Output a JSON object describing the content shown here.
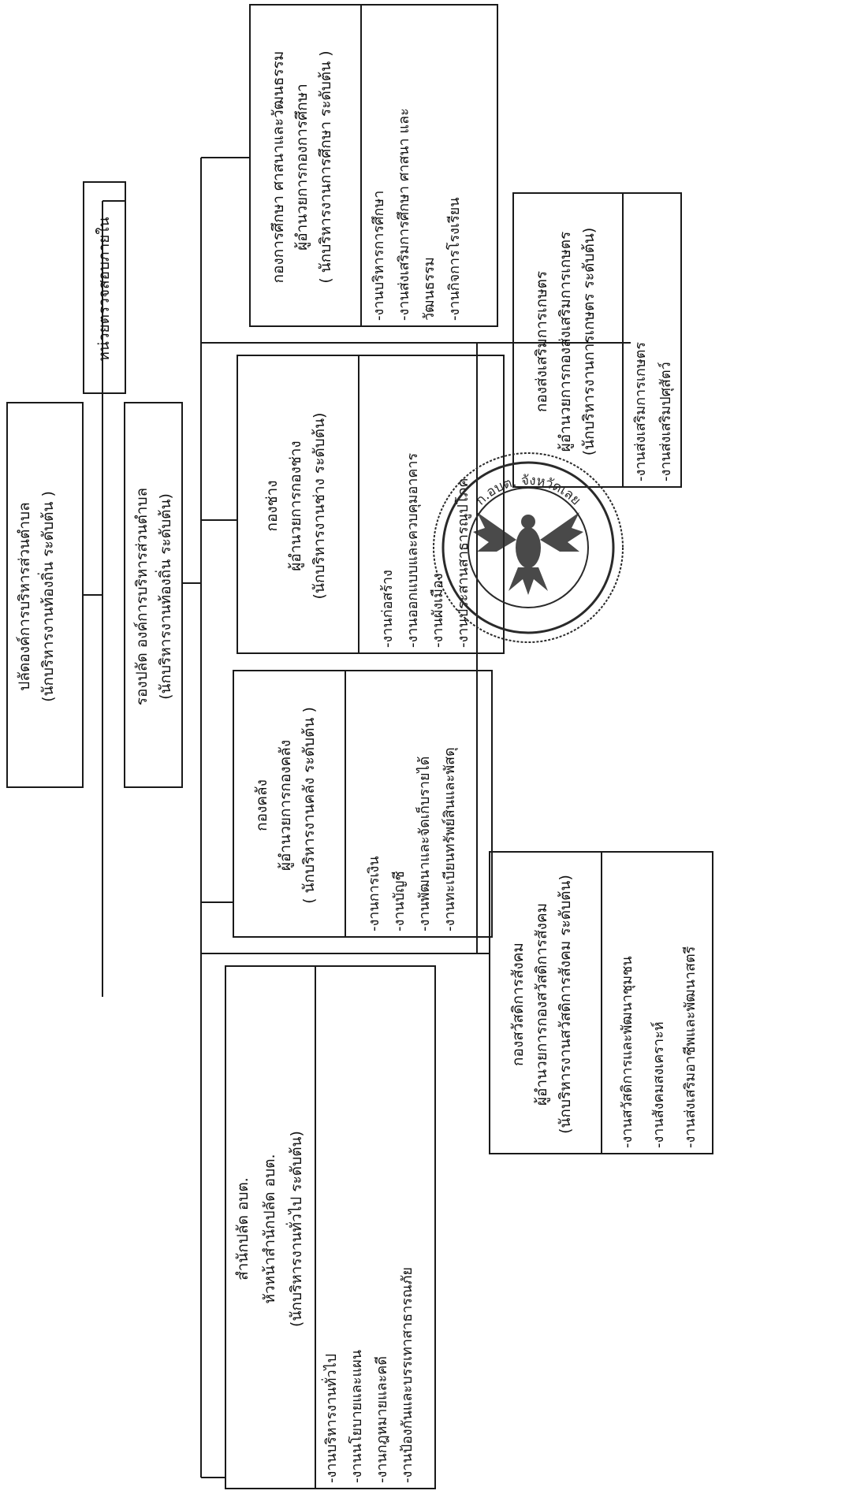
{
  "colors": {
    "line": "#1a1a1a",
    "seal": "#2a2a2a"
  },
  "palad": {
    "title": "ปลัดองค์การบริหารส่วนตำบล",
    "position": "(นักบริหารงานท้องถิ่น ระดับต้น )"
  },
  "rongpalad": {
    "title": "รองปลัด องค์การบริหารส่วนตำบล",
    "position": "(นักบริหารงานท้องถิ่น ระดับต้น)"
  },
  "internal_audit": {
    "title": "หน่วยตรวจสอบภายใน"
  },
  "education": {
    "title": "กองการศึกษา ศาสนาและวัฒนธรรม",
    "head": "ผู้อำนวยการกองการศึกษา",
    "position": "( นักบริหารงานการศึกษา ระดับต้น )",
    "tasks": [
      "-งานบริหารการศึกษา",
      "-งานส่งเสริมการศึกษา ศาสนา และ",
      "วัฒนธรรม",
      "-งานกิจการโรงเรียน"
    ]
  },
  "agriculture": {
    "title": "กองส่งเสริมการเกษตร",
    "head": "ผู้อำนวยการกองส่งเสริมการเกษตร",
    "position": "(นักบริหารงานการเกษตร ระดับต้น)",
    "tasks": [
      "-งานส่งเสริมการเกษตร",
      "-งานส่งเสริมปศุสัตว์"
    ]
  },
  "engineering": {
    "title": "กองช่าง",
    "head": "ผู้อำนวยการกองช่าง",
    "position": "(นักบริหารงานช่าง ระดับต้น)",
    "tasks": [
      "-งานก่อสร้าง",
      "-งานออกแบบและควบคุมอาคาร",
      "-งานผังเมือง",
      "-งานประสานสาธารณูปโภค"
    ]
  },
  "finance": {
    "title": "กองคลัง",
    "head": "ผู้อำนวยการกองคลัง",
    "position": "( นักบริหารงานคลัง ระดับต้น )",
    "tasks": [
      "-งานการเงิน",
      "-งานบัญชี",
      "-งานพัฒนาและจัดเก็บรายได้",
      "-งานทะเบียนทรัพย์สินและพัสดุ"
    ]
  },
  "welfare": {
    "title": "กองสวัสดิการสังคม",
    "head": "ผู้อำนวยการกองสวัสดิการสังคม",
    "position": "(นักบริหารงานสวัสดิการสังคม ระดับต้น)",
    "tasks": [
      "-งานสวัสดิการและพัฒนาชุมชน",
      "-งานสังคมสงเคราะห์",
      "-งานส่งเสริมอาชีพและพัฒนาสตรี"
    ]
  },
  "office": {
    "title": "สำนักปลัด อบต.",
    "head": "หัวหน้าสำนักปลัด อบต.",
    "position": "(นักบริหารงานทั่วไป ระดับต้น)",
    "tasks": [
      "-งานบริหารงานทั่วไป",
      "-งานนโยบายและแผน",
      "-งานกฎหมายและคดี",
      "-งานป้องกันและบรรเทาสาธารณภัย"
    ]
  },
  "seal": {
    "text": "ก.อบต. จังหวัดเลย"
  }
}
